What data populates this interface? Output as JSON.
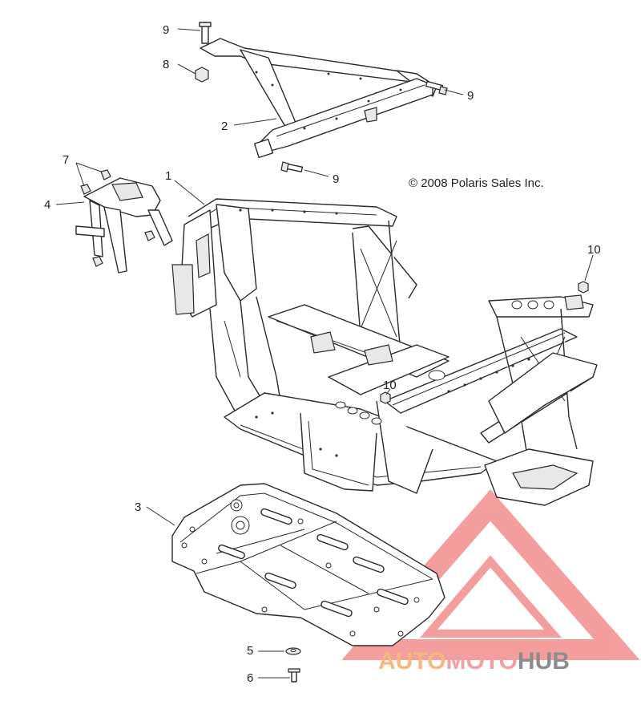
{
  "copyright": "© 2008 Polaris Sales Inc.",
  "callouts": {
    "c9_top": "9",
    "c8": "8",
    "c9_right": "9",
    "c2": "2",
    "c9_mid": "9",
    "c7": "7",
    "c1": "1",
    "c4": "4",
    "c10_right": "10",
    "c10_center": "10",
    "c3": "3",
    "c5": "5",
    "c6": "6"
  },
  "watermark": {
    "part1": "AUTO",
    "part2": "MOTO",
    "part3": "HUB",
    "colors": {
      "triangle": "#f07d7d",
      "auto": "#f3b97f",
      "moto": "#f0a0a0",
      "hub": "#8c8c8c"
    }
  }
}
